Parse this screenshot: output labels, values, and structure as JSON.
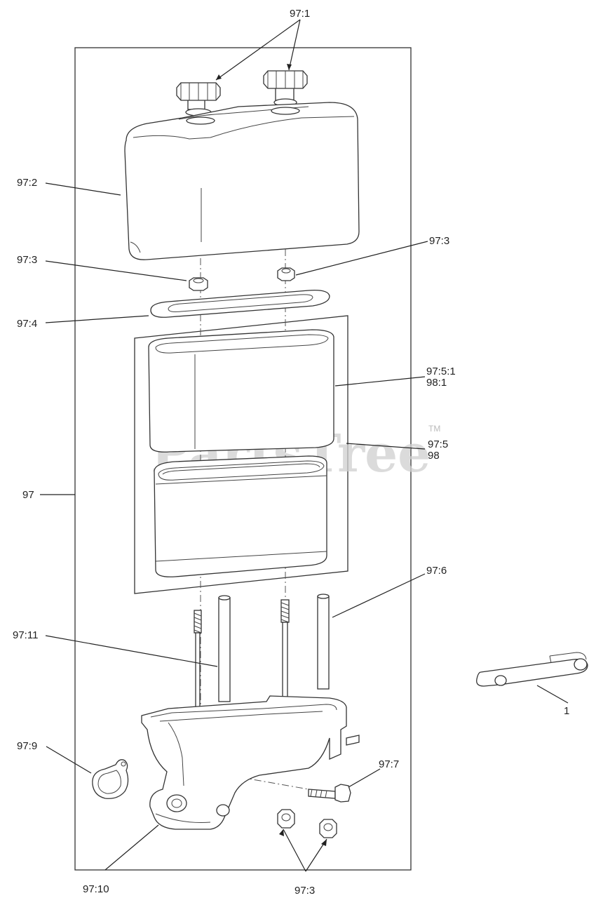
{
  "watermark": {
    "text": "PartsTree",
    "tm": "TM"
  },
  "labels": {
    "l97_1": "97:1",
    "l97_2": "97:2",
    "l97_3_left": "97:3",
    "l97_3_right": "97:3",
    "l97_4": "97:4",
    "l97_5_1": "97:5:1",
    "l98_1": "98:1",
    "l97_5": "97:5",
    "l98": "98",
    "l97": "97",
    "l97_6": "97:6",
    "l97_11": "97:11",
    "l1": "1",
    "l97_9": "97:9",
    "l97_7": "97:7",
    "l97_10": "97:10",
    "l97_3_bottom": "97:3"
  }
}
